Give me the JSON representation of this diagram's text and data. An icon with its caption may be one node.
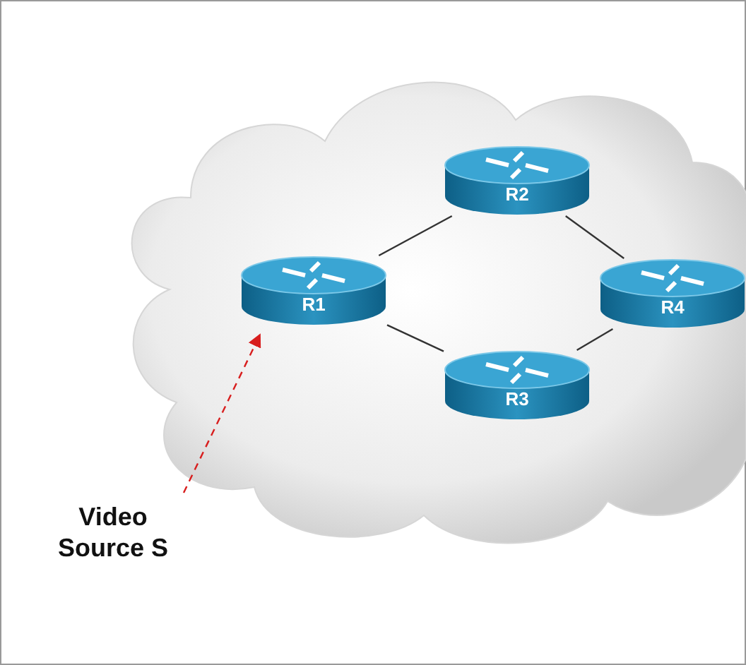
{
  "diagram": {
    "nodes": [
      {
        "text": [],
        "shape": "cloud"
      },
      {
        "text": [
          "R1"
        ],
        "in": 0
      },
      {
        "text": [
          "R2"
        ],
        "in": 0
      },
      {
        "text": [
          "R3"
        ],
        "in": 0
      },
      {
        "text": [
          "R4"
        ],
        "in": 0
      },
      {
        "text": [
          "Video Source S"
        ]
      }
    ],
    "edges": [
      {
        "from": 1,
        "to": 2,
        "arrow": "none"
      },
      {
        "from": 1,
        "to": 3,
        "arrow": "none"
      },
      {
        "from": 2,
        "to": 4,
        "arrow": "none"
      },
      {
        "from": 3,
        "to": 4,
        "arrow": "none"
      },
      {
        "from": 5,
        "to": 1,
        "arrow": "to",
        "style": "dashed",
        "color": "#d81e1e"
      }
    ]
  }
}
